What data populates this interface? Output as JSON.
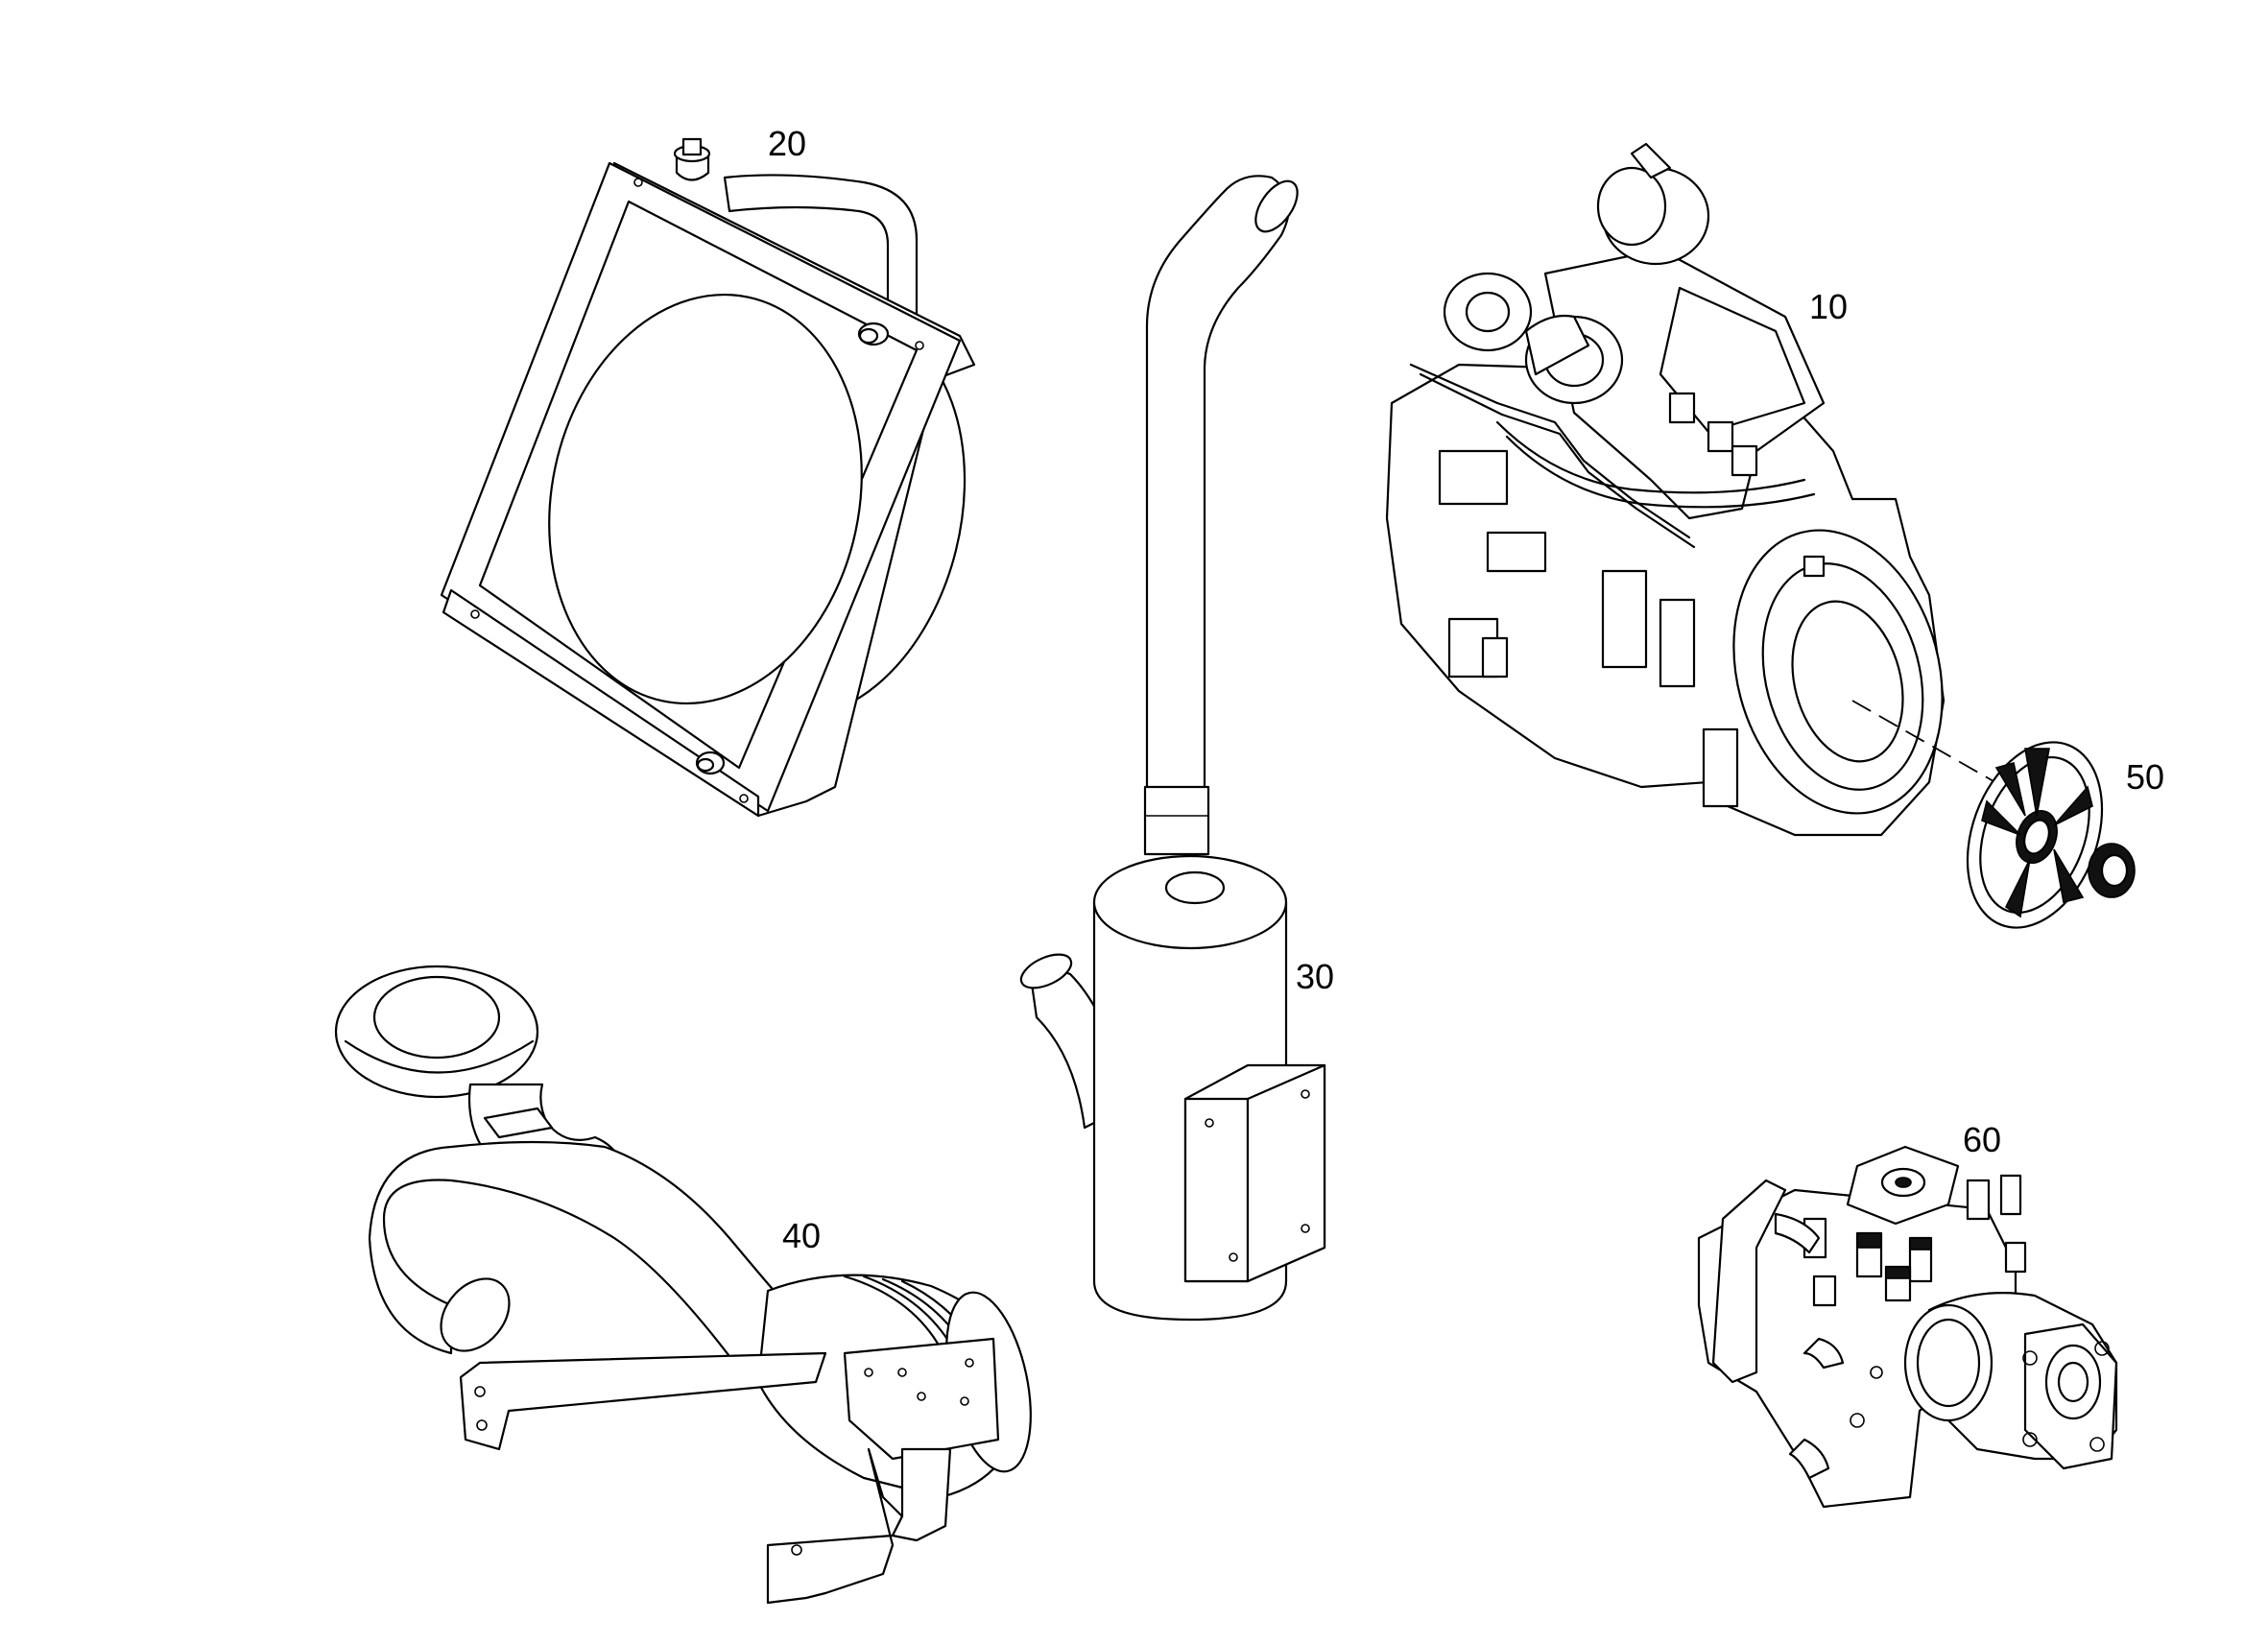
{
  "diagram": {
    "callouts": {
      "engine": "10",
      "radiator": "20",
      "muffler": "30",
      "air_intake": "40",
      "coupling": "50",
      "hydraulic_pump": "60"
    }
  }
}
